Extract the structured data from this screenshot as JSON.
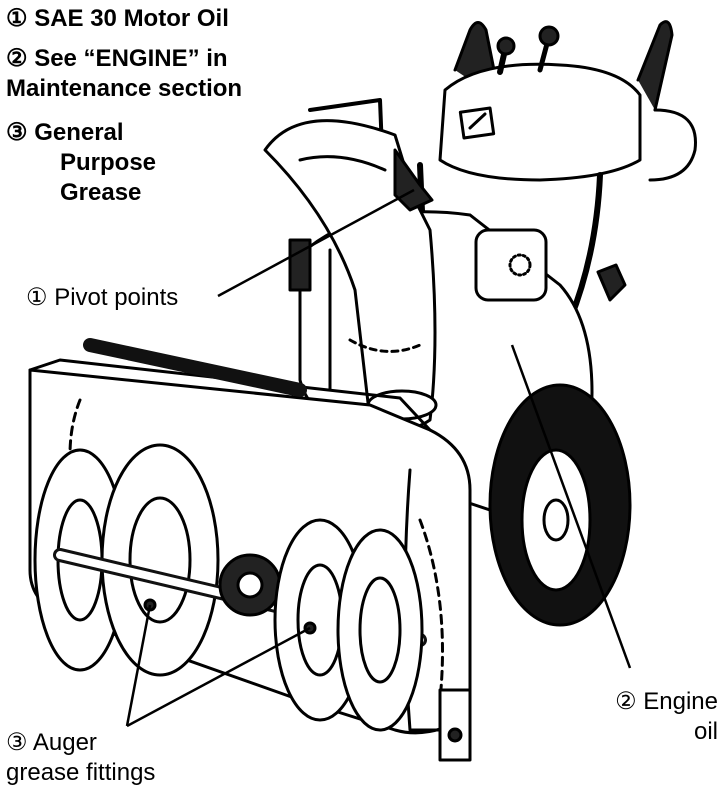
{
  "legend": [
    {
      "marker": "①",
      "lines": [
        "SAE 30 Motor Oil"
      ]
    },
    {
      "marker": "②",
      "lines": [
        "See “ENGINE” in",
        "Maintenance section"
      ]
    },
    {
      "marker": "③",
      "lines": [
        "General",
        "Purpose",
        "Grease"
      ]
    }
  ],
  "callouts": {
    "pivot": {
      "marker": "①",
      "text": "Pivot points"
    },
    "engine_oil": {
      "marker": "②",
      "line1": "Engine",
      "line2": "oil"
    },
    "auger": {
      "marker": "③",
      "line1": "Auger",
      "line2": "grease fittings"
    }
  }
}
